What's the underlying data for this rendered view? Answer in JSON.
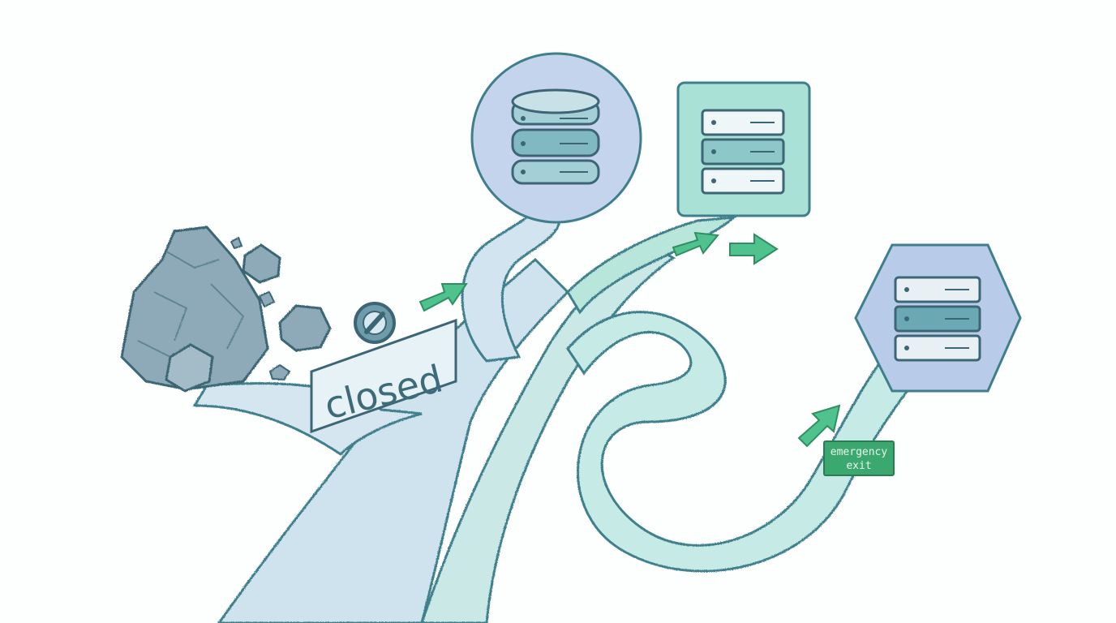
{
  "signs": {
    "closed": "closed",
    "emergency_exit_line1": "emergency",
    "emergency_exit_line2": "exit"
  },
  "colors": {
    "road": "#cfe3ef",
    "road_teal": "#c6ebe6",
    "outline": "#3f7f8c",
    "db_circle": "#c4d4ec",
    "server_square": "#a9e1d6",
    "server_hex": "#b8cbe8",
    "arrow_green": "#4fc28e",
    "exit_sign": "#3aa86f",
    "rock": "#8eaab8"
  },
  "icons": [
    "boulder-icon",
    "no-entry-icon",
    "database-icon",
    "server-rack-icon",
    "arrow-icon"
  ]
}
